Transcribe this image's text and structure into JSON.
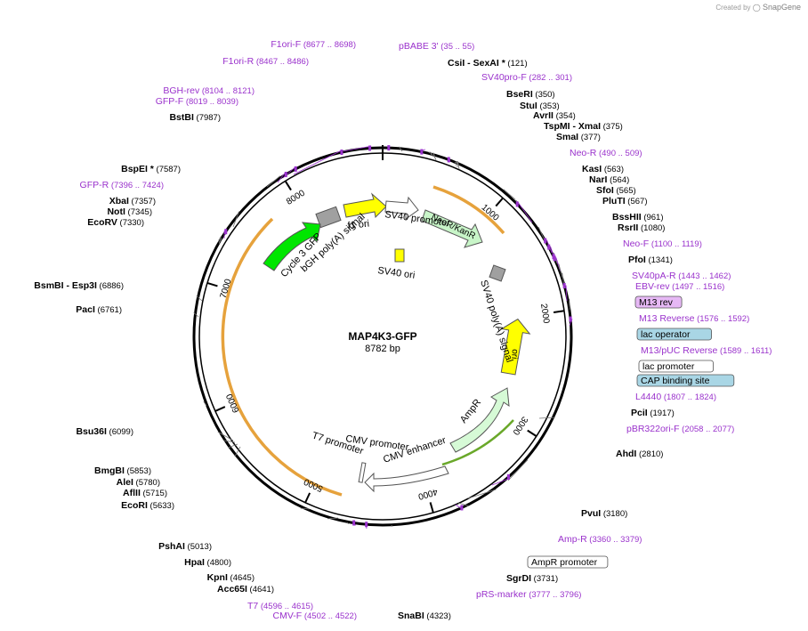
{
  "credit": {
    "prefix": "Created by",
    "brand": "SnapGene"
  },
  "map": {
    "name": "MAP4K3-GFP",
    "length_label": "8782 bp",
    "length": 8782
  },
  "colors": {
    "purple": "#9a32cc",
    "black": "#000000",
    "line": "#777777",
    "gfp": "#00e600",
    "yellow": "#ffff00",
    "neo": "#c8f5c8",
    "ampr": "#d6fad6",
    "gray": "#a0a0a0",
    "orange": "#e6a23c"
  },
  "scale_marks": [
    {
      "bp": 1000,
      "label": "1000"
    },
    {
      "bp": 2000,
      "label": "2000"
    },
    {
      "bp": 3000,
      "label": "3000"
    },
    {
      "bp": 4000,
      "label": "4000"
    },
    {
      "bp": 5000,
      "label": "5000"
    },
    {
      "bp": 6000,
      "label": "6000"
    },
    {
      "bp": 7000,
      "label": "7000"
    },
    {
      "bp": 8000,
      "label": "8000"
    }
  ],
  "sites": [
    {
      "name": "F1ori-F",
      "pos": "(8677 .. 8698)",
      "bp": 8687,
      "kind": "primer",
      "side": "R"
    },
    {
      "name": "pBABE 3'",
      "pos": "(35 .. 55)",
      "bp": 45,
      "kind": "primer",
      "side": "L"
    },
    {
      "name": "F1ori-R",
      "pos": "(8467 .. 8486)",
      "bp": 8476,
      "kind": "primer",
      "side": "R"
    },
    {
      "name": "CsiI",
      "name2": "SexAI *",
      "pos": "(121)",
      "bp": 121,
      "kind": "enzyme",
      "side": "L"
    },
    {
      "name": "SV40pro-F",
      "pos": "(282 .. 301)",
      "bp": 291,
      "kind": "primer",
      "side": "L"
    },
    {
      "name": "BGH-rev",
      "pos": "(8104 .. 8121)",
      "bp": 8112,
      "kind": "primer",
      "side": "R"
    },
    {
      "name": "GFP-F",
      "pos": "(8019 .. 8039)",
      "bp": 8029,
      "kind": "primer",
      "side": "R"
    },
    {
      "name": "BseRI",
      "pos": "(350)",
      "bp": 350,
      "kind": "enzyme",
      "side": "L"
    },
    {
      "name": "StuI",
      "pos": "(353)",
      "bp": 353,
      "kind": "enzyme",
      "side": "L"
    },
    {
      "name": "BstBI",
      "pos": "(7987)",
      "bp": 7987,
      "kind": "enzyme",
      "side": "R"
    },
    {
      "name": "AvrII",
      "pos": "(354)",
      "bp": 354,
      "kind": "enzyme",
      "side": "L"
    },
    {
      "name": "TspMI",
      "name2": "XmaI",
      "pos": "(375)",
      "bp": 375,
      "kind": "enzyme",
      "side": "L"
    },
    {
      "name": "SmaI",
      "pos": "(377)",
      "bp": 377,
      "kind": "enzyme",
      "side": "L"
    },
    {
      "name": "Neo-R",
      "pos": "(490 .. 509)",
      "bp": 500,
      "kind": "primer",
      "side": "L"
    },
    {
      "name": "BspEI *",
      "pos": "(7587)",
      "bp": 7587,
      "kind": "enzyme",
      "side": "R"
    },
    {
      "name": "KasI",
      "pos": "(563)",
      "bp": 563,
      "kind": "enzyme",
      "side": "L"
    },
    {
      "name": "NarI",
      "pos": "(564)",
      "bp": 564,
      "kind": "enzyme",
      "side": "L"
    },
    {
      "name": "GFP-R",
      "pos": "(7396 .. 7424)",
      "bp": 7410,
      "kind": "primer",
      "side": "R"
    },
    {
      "name": "SfoI",
      "pos": "(565)",
      "bp": 565,
      "kind": "enzyme",
      "side": "L"
    },
    {
      "name": "XbaI",
      "pos": "(7357)",
      "bp": 7357,
      "kind": "enzyme",
      "side": "R"
    },
    {
      "name": "PluTI",
      "pos": "(567)",
      "bp": 567,
      "kind": "enzyme",
      "side": "L"
    },
    {
      "name": "NotI",
      "pos": "(7345)",
      "bp": 7345,
      "kind": "enzyme",
      "side": "R"
    },
    {
      "name": "BssHII",
      "pos": "(961)",
      "bp": 961,
      "kind": "enzyme",
      "side": "L"
    },
    {
      "name": "EcoRV",
      "pos": "(7330)",
      "bp": 7330,
      "kind": "enzyme",
      "side": "R"
    },
    {
      "name": "RsrII",
      "pos": "(1080)",
      "bp": 1080,
      "kind": "enzyme",
      "side": "L"
    },
    {
      "name": "Neo-F",
      "pos": "(1100 .. 1119)",
      "bp": 1110,
      "kind": "primer",
      "side": "L"
    },
    {
      "name": "PfoI",
      "pos": "(1341)",
      "bp": 1341,
      "kind": "enzyme",
      "side": "L"
    },
    {
      "name": "SV40pA-R",
      "pos": "(1443 .. 1462)",
      "bp": 1452,
      "kind": "primer",
      "side": "L"
    },
    {
      "name": "BsmBI",
      "name2": "Esp3I",
      "pos": "(6886)",
      "bp": 6886,
      "kind": "enzyme",
      "side": "R"
    },
    {
      "name": "EBV-rev",
      "pos": "(1497 .. 1516)",
      "bp": 1506,
      "kind": "primer",
      "side": "L"
    },
    {
      "name": "M13 rev",
      "pos": "",
      "bp": 1560,
      "kind": "boxed",
      "box": "#e6b8f5",
      "side": "L"
    },
    {
      "name": "PacI",
      "pos": "(6761)",
      "bp": 6761,
      "kind": "enzyme",
      "side": "R"
    },
    {
      "name": "M13 Reverse",
      "pos": "(1576 .. 1592)",
      "bp": 1584,
      "kind": "primer",
      "side": "L"
    },
    {
      "name": "lac operator",
      "pos": "",
      "bp": 1600,
      "kind": "boxed",
      "box": "#a9d6e5",
      "side": "L"
    },
    {
      "name": "M13/pUC Reverse",
      "pos": "(1589 .. 1611)",
      "bp": 1600,
      "kind": "primer",
      "side": "L"
    },
    {
      "name": "lac promoter",
      "pos": "",
      "bp": 1650,
      "kind": "boxed",
      "box": "#ffffff",
      "side": "L"
    },
    {
      "name": "CAP binding site",
      "pos": "",
      "bp": 1720,
      "kind": "boxed",
      "box": "#a9d6e5",
      "side": "L"
    },
    {
      "name": "L4440",
      "pos": "(1807 .. 1824)",
      "bp": 1815,
      "kind": "primer",
      "side": "L"
    },
    {
      "name": "PciI",
      "pos": "(1917)",
      "bp": 1917,
      "kind": "enzyme",
      "side": "L"
    },
    {
      "name": "pBR322ori-F",
      "pos": "(2058 .. 2077)",
      "bp": 2067,
      "kind": "primer",
      "side": "L"
    },
    {
      "name": "Bsu36I",
      "pos": "(6099)",
      "bp": 6099,
      "kind": "enzyme",
      "side": "R"
    },
    {
      "name": "AhdI",
      "pos": "(2810)",
      "bp": 2810,
      "kind": "enzyme",
      "side": "L"
    },
    {
      "name": "BmgBI",
      "pos": "(5853)",
      "bp": 5853,
      "kind": "enzyme",
      "side": "R"
    },
    {
      "name": "AleI",
      "pos": "(5780)",
      "bp": 5780,
      "kind": "enzyme",
      "side": "R"
    },
    {
      "name": "AflII",
      "pos": "(5715)",
      "bp": 5715,
      "kind": "enzyme",
      "side": "R"
    },
    {
      "name": "EcoRI",
      "pos": "(5633)",
      "bp": 5633,
      "kind": "enzyme",
      "side": "R"
    },
    {
      "name": "PvuI",
      "pos": "(3180)",
      "bp": 3180,
      "kind": "enzyme",
      "side": "L"
    },
    {
      "name": "Amp-R",
      "pos": "(3360 .. 3379)",
      "bp": 3370,
      "kind": "primer",
      "side": "L"
    },
    {
      "name": "PshAI",
      "pos": "(5013)",
      "bp": 5013,
      "kind": "enzyme",
      "side": "R"
    },
    {
      "name": "AmpR promoter",
      "pos": "",
      "bp": 3500,
      "kind": "boxed",
      "box": "#ffffff",
      "side": "L"
    },
    {
      "name": "HpaI",
      "pos": "(4800)",
      "bp": 4800,
      "kind": "enzyme",
      "side": "R"
    },
    {
      "name": "SgrDI",
      "pos": "(3731)",
      "bp": 3731,
      "kind": "enzyme",
      "side": "L"
    },
    {
      "name": "KpnI",
      "pos": "(4645)",
      "bp": 4645,
      "kind": "enzyme",
      "side": "R"
    },
    {
      "name": "Acc65I",
      "pos": "(4641)",
      "bp": 4641,
      "kind": "enzyme",
      "side": "R"
    },
    {
      "name": "pRS-marker",
      "pos": "(3777 .. 3796)",
      "bp": 3786,
      "kind": "primer",
      "side": "L"
    },
    {
      "name": "T7",
      "pos": "(4596 .. 4615)",
      "bp": 4605,
      "kind": "primer",
      "side": "R"
    },
    {
      "name": "CMV-F",
      "pos": "(4502 .. 4522)",
      "bp": 4512,
      "kind": "primer",
      "side": "R"
    },
    {
      "name": "SnaBI",
      "pos": "(4323)",
      "bp": 4323,
      "kind": "enzyme",
      "side": "L"
    }
  ],
  "features": [
    {
      "name": "f1 ori",
      "color": "#ffff00"
    },
    {
      "name": "SV40 promoter",
      "color": "#ffffff"
    },
    {
      "name": "NeoR/KanR",
      "color": "#c8f5c8"
    },
    {
      "name": "SV40 ori",
      "color": "#ffff00"
    },
    {
      "name": "SV40 poly(A) signal",
      "color": "#a0a0a0"
    },
    {
      "name": "ori",
      "color": "#ffff00"
    },
    {
      "name": "AmpR",
      "color": "#d6fad6"
    },
    {
      "name": "CMV enhancer",
      "color": "#ffffff"
    },
    {
      "name": "CMV promoter",
      "color": "#ffffff"
    },
    {
      "name": "T7 promoter",
      "color": "#ffffff"
    },
    {
      "name": "Cycle 3 GFP",
      "color": "#00e600"
    },
    {
      "name": "bGH poly(A) signal",
      "color": "#a0a0a0"
    }
  ]
}
